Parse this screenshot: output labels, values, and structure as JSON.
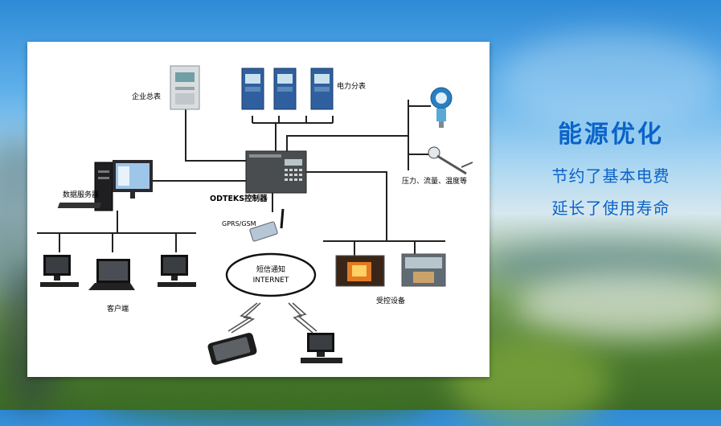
{
  "diagram": {
    "labels": {
      "enterprise_meter": "企业总表",
      "power_submeters": "电力分表",
      "sensors": "压力、流量、温度等",
      "data_server": "数据服务器",
      "controller": "ODTEKS控制器",
      "gprs": "GPRS/GSM",
      "sms": "短信通知",
      "internet": "INTERNET",
      "client": "客户端",
      "controlled_devices": "受控设备"
    }
  },
  "side_panel": {
    "title": "能源优化",
    "line1": "节约了基本电费",
    "line2": "延长了使用寿命",
    "color": "#0a63c9"
  }
}
